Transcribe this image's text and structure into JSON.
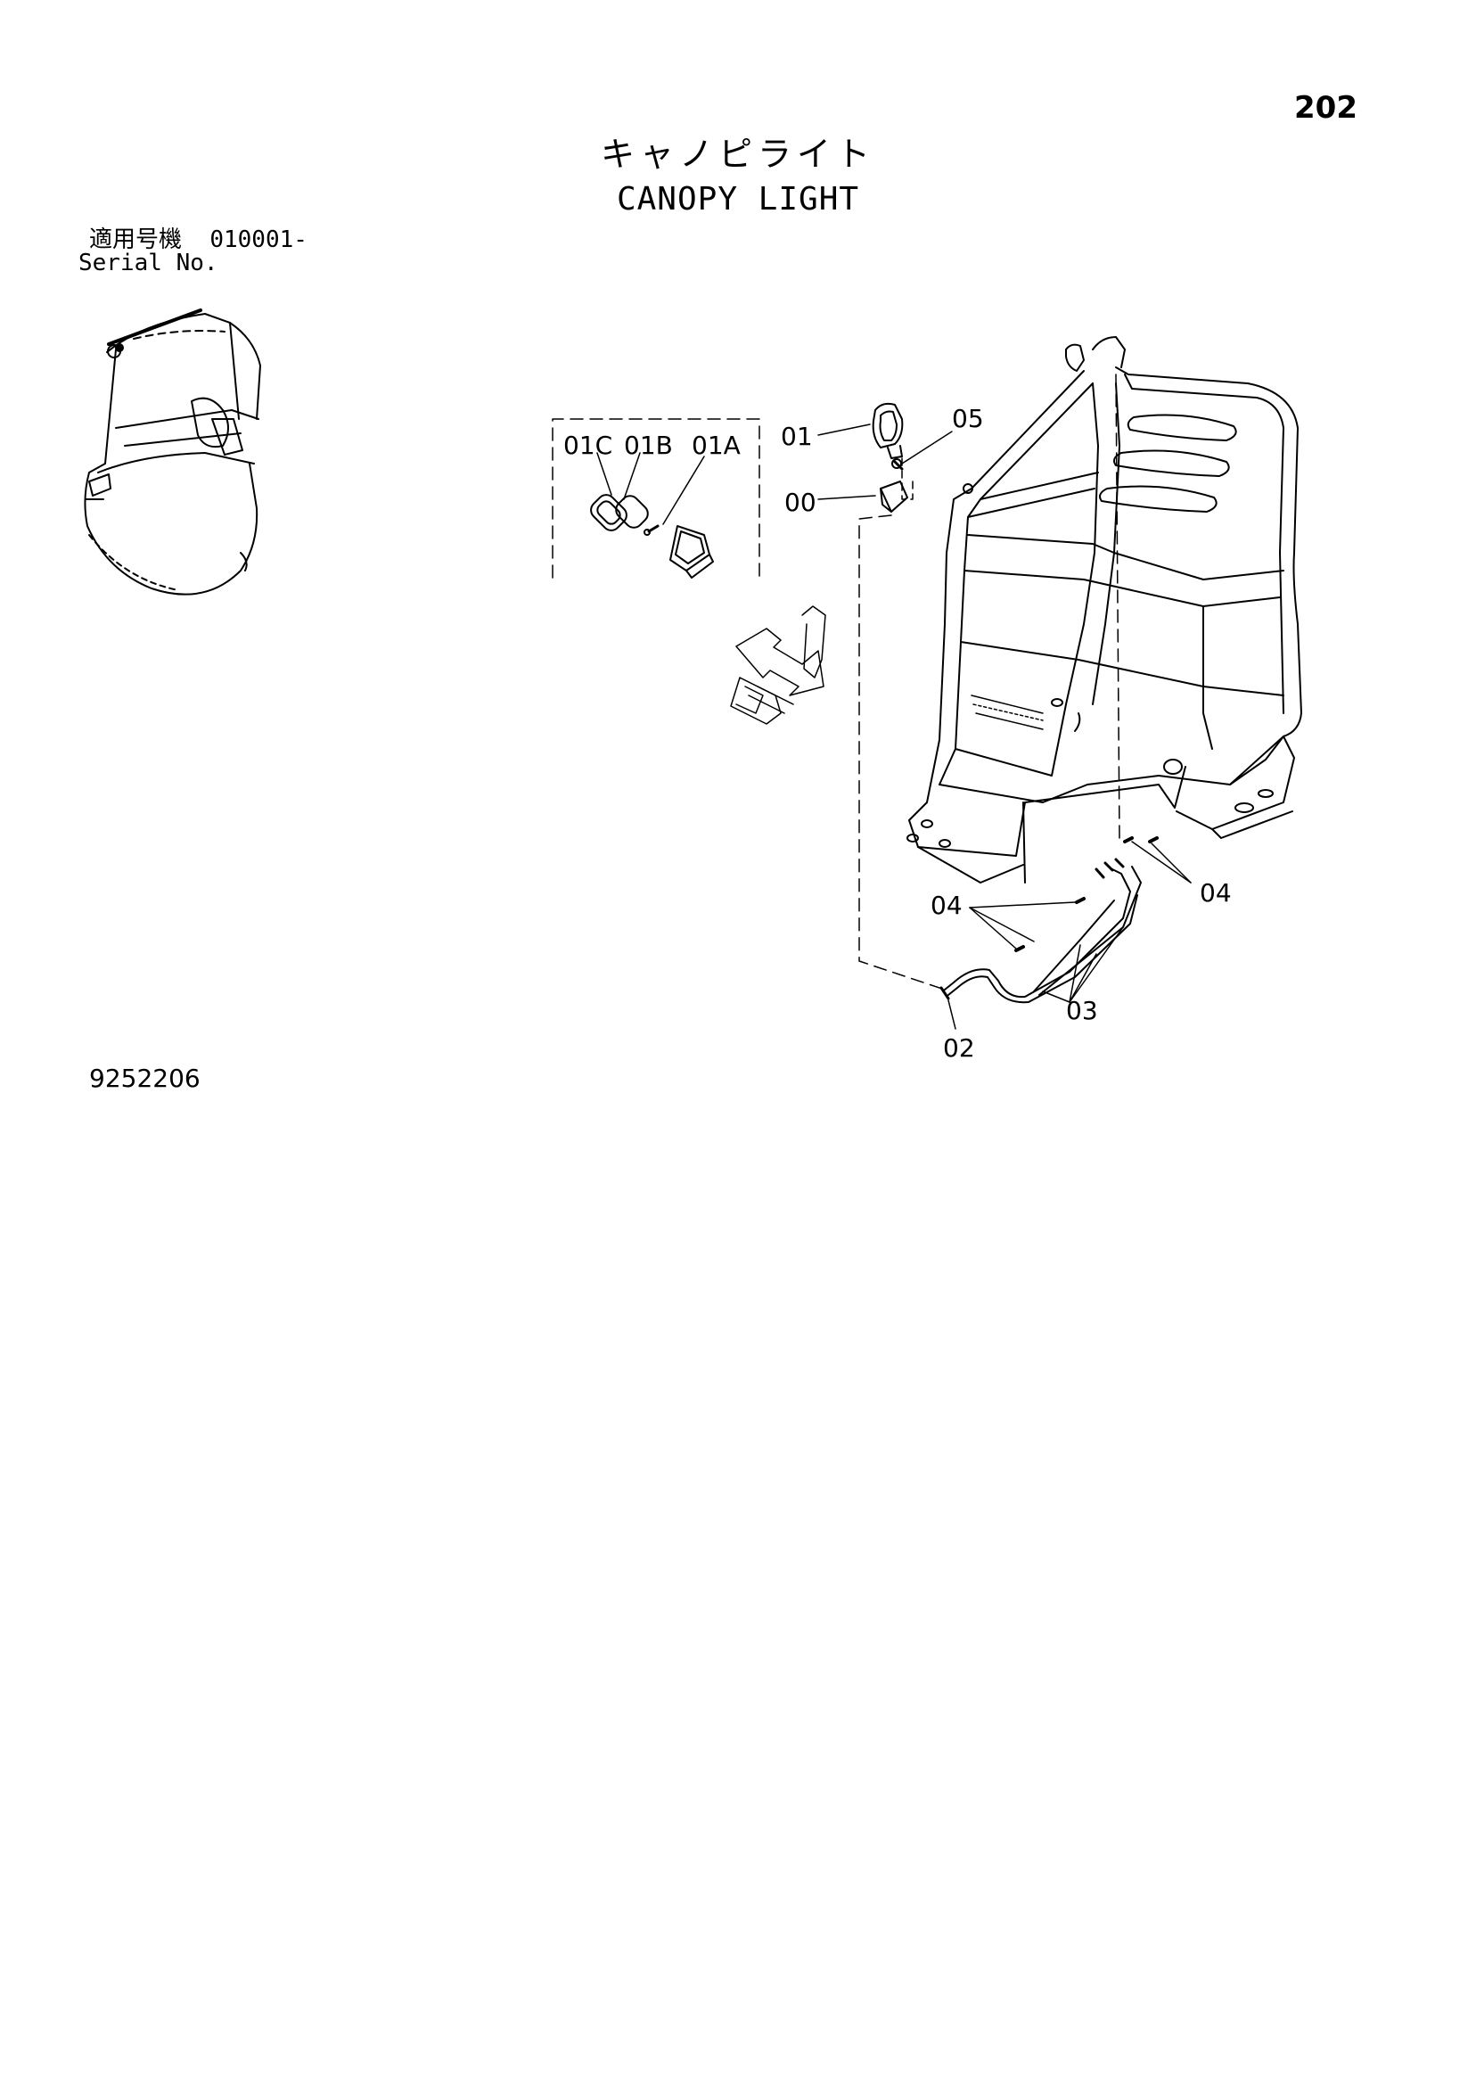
{
  "page_number": "202",
  "title_japanese": "キャノピライト",
  "title_english": "CANOPY LIGHT",
  "serial_label_japanese": "適用号機",
  "serial_range": "010001-",
  "serial_label_english": "Serial No.",
  "drawing_number": "9252206",
  "callouts": {
    "c01C": "01C",
    "c01B": "01B",
    "c01A": "01A",
    "c01": "01",
    "c05": "05",
    "c00": "00",
    "c04_left": "04",
    "c04_right": "04",
    "c03": "03",
    "c02": "02"
  }
}
